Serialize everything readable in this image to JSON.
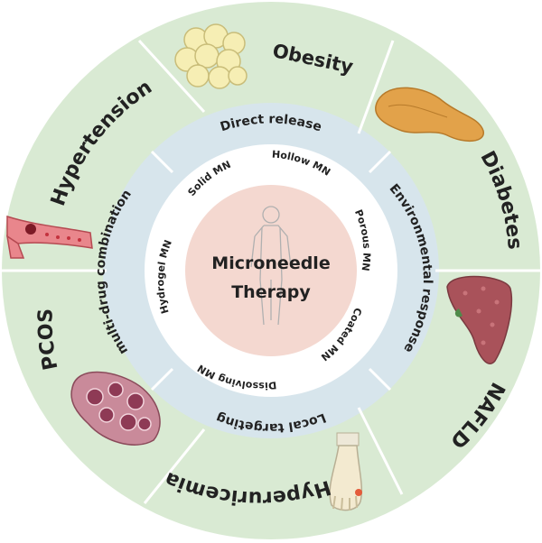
{
  "center": {
    "line1": "Microneedle",
    "line2": "Therapy"
  },
  "microneedle_types": {
    "solid": "Solid MN",
    "hollow": "Hollow MN",
    "porous": "Porous MN",
    "coated": "Coated MN",
    "dissolving": "Dissolving MN",
    "hydrogel": "Hydrogel MN"
  },
  "release_mechanisms": {
    "direct": "Direct release",
    "environmental": "Environmental response",
    "local": "Local targeting",
    "multi": "multi-drug combination"
  },
  "diseases": {
    "obesity": "Obesity",
    "diabetes": "Diabetes",
    "nafld": "NAFLD",
    "hyperuricemia": "Hyperuricemia",
    "pcos": "PCOS",
    "hypertension": "Hypertension"
  },
  "colors": {
    "outer_ring": "#d9ead3",
    "middle_ring": "#d7e5ec",
    "inner_ring": "#ffffff",
    "center_disc": "#f4d8d0",
    "divider": "#ffffff",
    "text": "#222222"
  },
  "icons": {
    "obesity": "fat-cells-icon",
    "diabetes": "pancreas-icon",
    "nafld": "liver-icon",
    "hyperuricemia": "foot-icon",
    "pcos": "ovary-icon",
    "hypertension": "blood-vessel-icon",
    "center": "human-body-icon"
  }
}
